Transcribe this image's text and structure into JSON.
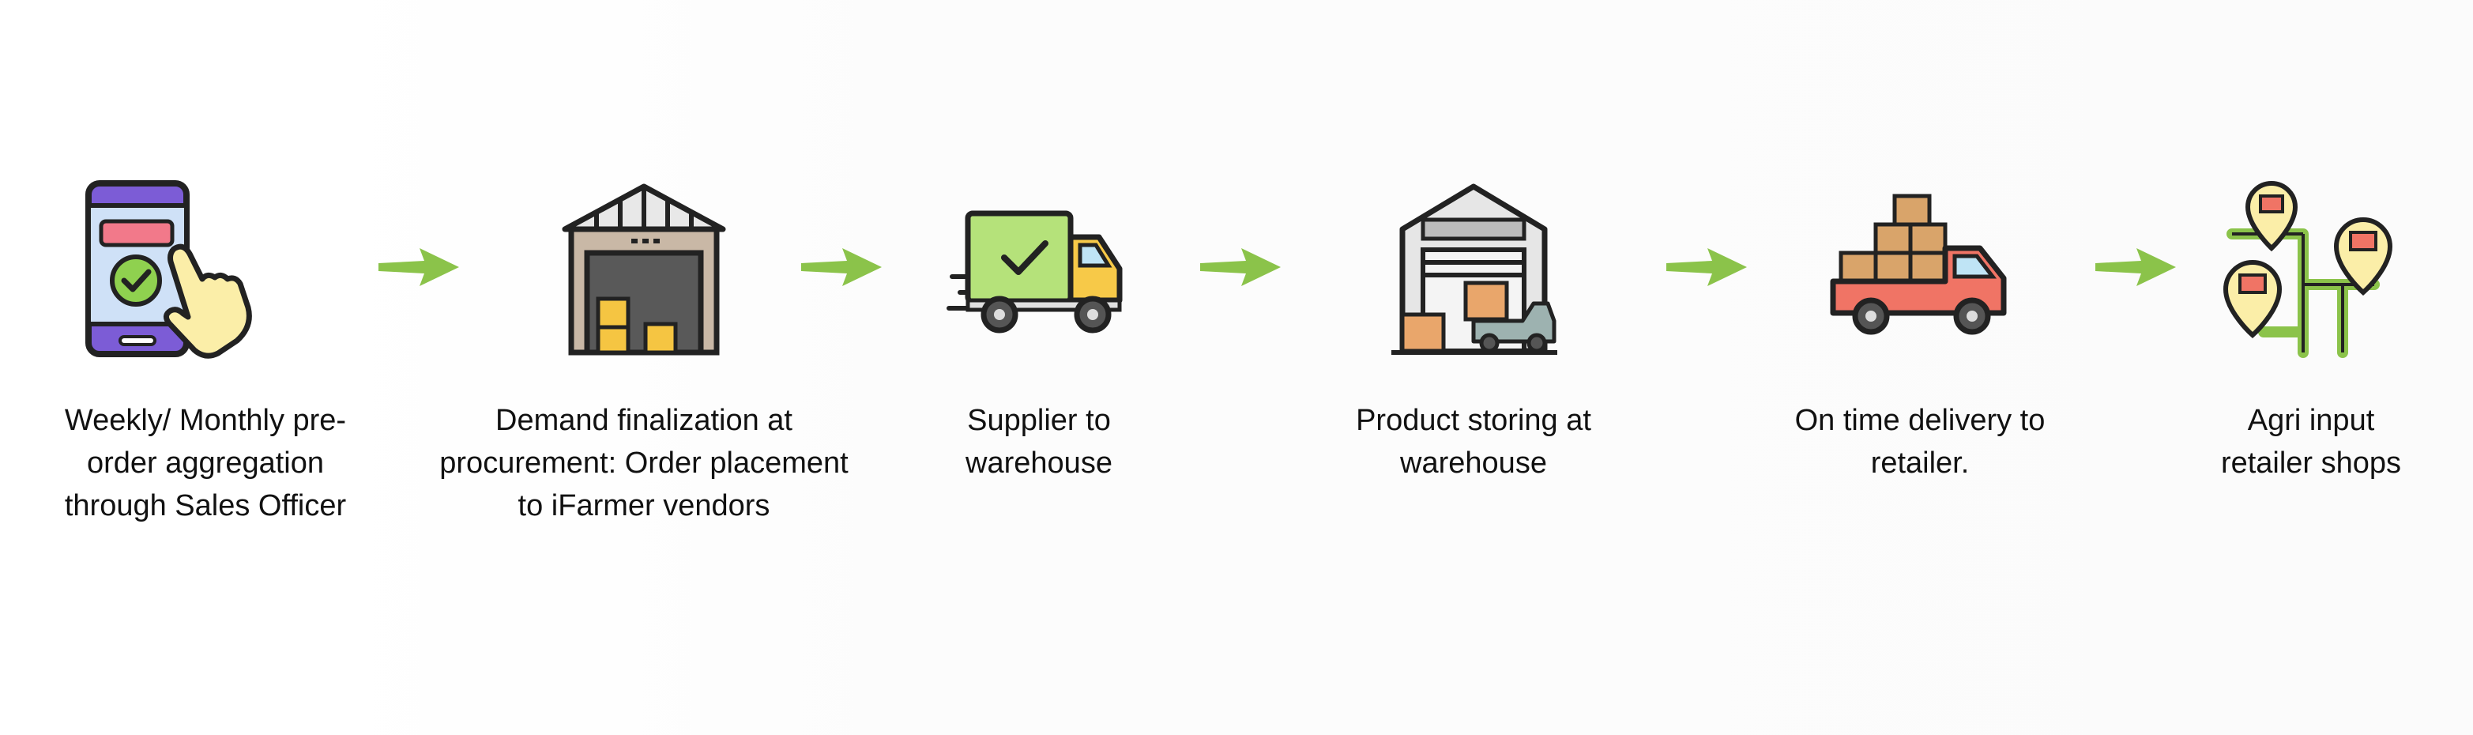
{
  "steps": [
    {
      "label_lines": [
        "Weekly/ Monthly pre-",
        "order aggregation",
        "through Sales Officer"
      ],
      "icon": "phone-order-icon"
    },
    {
      "label_lines": [
        "Demand finalization at",
        "procurement: Order placement",
        "to iFarmer vendors"
      ],
      "icon": "warehouse-icon"
    },
    {
      "label_lines": [
        "Supplier to",
        "warehouse"
      ],
      "icon": "delivery-truck-icon"
    },
    {
      "label_lines": [
        "Product storing at",
        "warehouse"
      ],
      "icon": "storage-warehouse-icon"
    },
    {
      "label_lines": [
        "On time delivery to",
        "retailer."
      ],
      "icon": "cargo-truck-icon"
    },
    {
      "label_lines": [
        "Agri input",
        "retailer shops"
      ],
      "icon": "shop-locations-icon"
    }
  ],
  "colors": {
    "arrow": "#8bc34a",
    "text": "#111111",
    "outline": "#222222"
  }
}
